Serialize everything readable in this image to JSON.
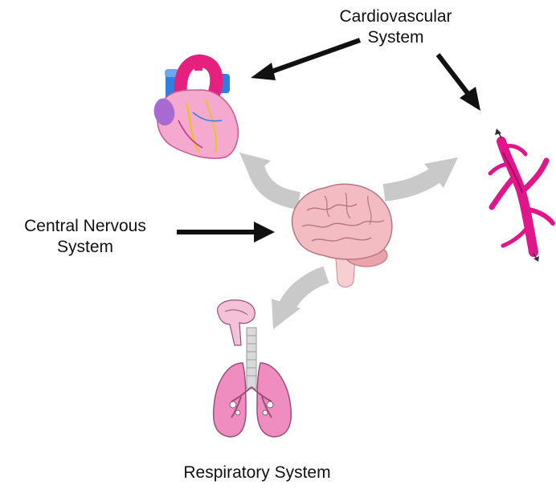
{
  "labels": {
    "cardiovascular_line1": "Cardiovascular",
    "cardiovascular_line2": "System",
    "cns_line1": "Central Nervous",
    "cns_line2": "System",
    "respiratory": "Respiratory System"
  },
  "colors": {
    "black_arrow": "#111111",
    "gray_arrow": "#c9c9c9",
    "heart_muscle": "#f6a9cf",
    "heart_artery": "#e6207f",
    "heart_vein": "#2f7fe0",
    "vessel": "#e0168a",
    "brain": "#f3bcc2",
    "lungs": "#f08dc0",
    "trachea": "#d9d9d9"
  },
  "icons": {
    "heart": "heart-icon",
    "brain": "brain-icon",
    "lungs": "lungs-icon",
    "vessel": "blood-vessel-icon"
  }
}
